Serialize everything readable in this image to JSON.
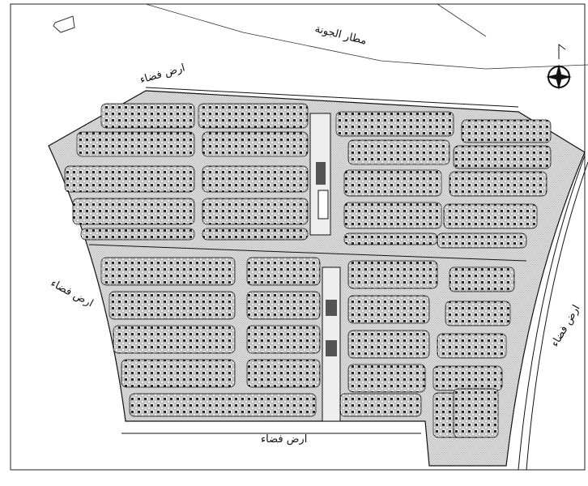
{
  "plan": {
    "labels": {
      "airport": "مطار الجونة",
      "vacant_top_left": "ارض فضاء",
      "vacant_left": "ارض فضاء",
      "vacant_right": "ارض فضاء",
      "vacant_bottom": "ارض فضاء"
    },
    "north_arrow": "north-arrow-icon",
    "colors": {
      "line": "#111111",
      "hatch": "#9a9a9a",
      "background": "#ffffff"
    }
  }
}
